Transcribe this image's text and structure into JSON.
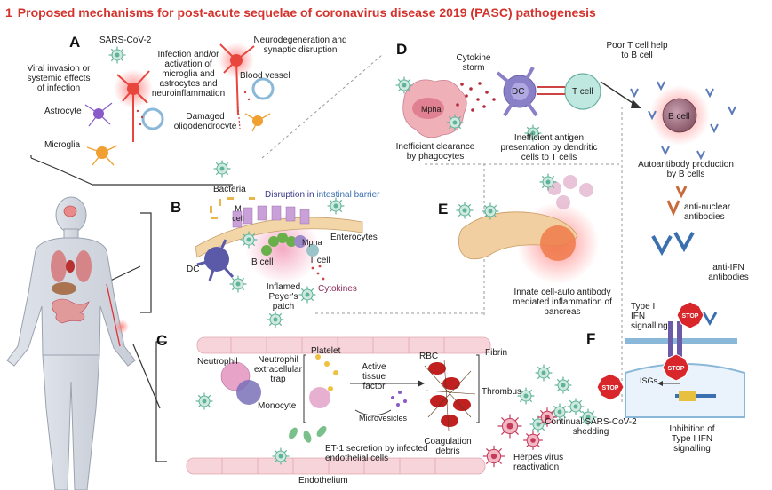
{
  "figure": {
    "number": "1",
    "title": "Proposed mechanisms for post-acute sequelae of coronavirus disease 2019 (PASC) pathogenesis"
  },
  "colors": {
    "title": "#d4322c",
    "neuron": "#e8453c",
    "virus": "#5fb39a",
    "stop": "#d9262b",
    "antibody": "#3a6fb0"
  },
  "panels": {
    "A": {
      "letter": "A",
      "sars_cov_2": "SARS-CoV-2",
      "viral_invasion": "Viral invasion or\nsystemic effects\nof infection",
      "infection_activation": "Infection and/or\nactivation of\nmicroglia and\nastrocytes and\nneuroinflammation",
      "neurodegeneration": "Neurodegeneration and\nsynaptic disruption",
      "blood_vessel": "Blood vessel",
      "astrocyte": "Astrocyte",
      "damaged_oligo": "Damaged\noligodendrocyte",
      "microglia": "Microglia"
    },
    "B": {
      "letter": "B",
      "bacteria": "Bacteria",
      "disruption_prefix": "Disruption in ",
      "disruption_highlight": "intestinal barrier",
      "m_cell": "M\ncell",
      "enterocytes": "Enterocytes",
      "dc": "DC",
      "b_cell": "B cell",
      "mpha": "Mpha",
      "t_cell": "T cell",
      "inflamed_patch": "Inflamed\nPeyer's\npatch",
      "cytokines": "Cytokines"
    },
    "C": {
      "letter": "C",
      "neutrophil": "Neutrophil",
      "net": "Neutrophil\nextracellular\ntrap",
      "platelet": "Platelet",
      "monocyte": "Monocyte",
      "tissue_factor": "Active\ntissue\nfactor",
      "microvesicles": "Microvesicles",
      "rbc": "RBC",
      "fibrin": "Fibrin",
      "thrombus": "Thrombus",
      "coag_debris": "Coagulation\ndebris",
      "et1": "ET-1 secretion by infected\nendothelial cells",
      "endothelium": "Endothelium",
      "herpes": "Herpes virus\nreactivation",
      "shedding": "Continual SARS-CoV-2\nshedding"
    },
    "D": {
      "letter": "D",
      "cytokine_storm": "Cytokine\nstorm",
      "mpha": "Mpha",
      "dc": "DC",
      "t_cell": "T cell",
      "poor_help": "Poor T cell help\nto B cell",
      "b_cell": "B cell",
      "inefficient_clearance": "Inefficient clearance\nby phagocytes",
      "inefficient_presentation": "Inefficient antigen\npresentation by dendritic\ncells to T cells",
      "autoantibody": "Autoantibody production\nby B cells",
      "anti_nuclear": "anti-nuclear\nantibodies"
    },
    "E": {
      "letter": "E",
      "innate": "Innate cell-auto antibody\nmediated inflammation of\npancreas"
    },
    "F": {
      "letter": "F",
      "anti_ifn": "anti-IFN\nantibodies",
      "type1_signal": "Type I\nIFN\nsignalling",
      "stop": "STOP",
      "isgs": "ISGs",
      "inhibition": "Inhibition of\nType I IFN\nsignalling"
    }
  }
}
